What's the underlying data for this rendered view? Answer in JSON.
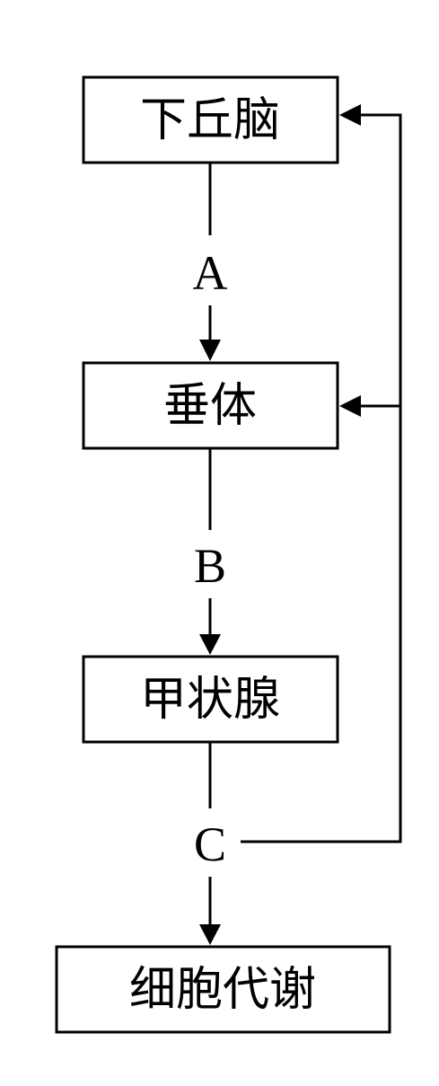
{
  "nodes": {
    "hypothalamus": "下丘脑",
    "pituitary": "垂体",
    "thyroid": "甲状腺",
    "cell_metabolism": "细胞代谢"
  },
  "hormones": {
    "a": "A",
    "b": "B",
    "c": "C"
  },
  "colors": {
    "stroke": "#000000",
    "background": "#ffffff"
  }
}
